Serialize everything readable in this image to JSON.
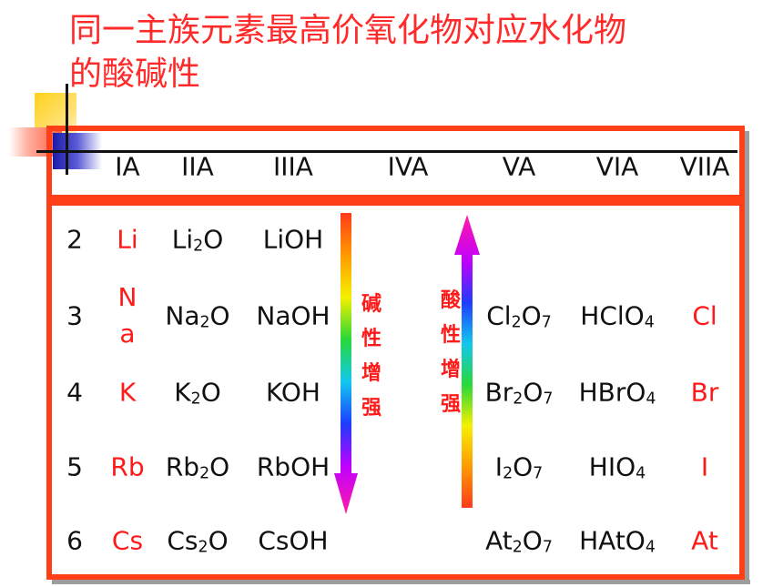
{
  "title": {
    "line1": "同一主族元素最高价氧化物对应水化物",
    "line2": "的酸碱性"
  },
  "header": [
    "IA",
    "IIA",
    "IIIA",
    "IVA",
    "VA",
    "VIA",
    "VIIA"
  ],
  "rows": [
    {
      "period": "2",
      "element": "Li",
      "oxide": [
        [
          "Li",
          "2"
        ],
        [
          "O",
          ""
        ]
      ],
      "hydroxide": "LiOH",
      "acid_oxide": [],
      "oxyacid": [],
      "halogen": ""
    },
    {
      "period": "3",
      "element": "Na",
      "oxide": [
        [
          "Na",
          "2"
        ],
        [
          "O",
          ""
        ]
      ],
      "hydroxide": "NaOH",
      "acid_oxide": [
        [
          "Cl",
          "2"
        ],
        [
          "O",
          "7"
        ]
      ],
      "oxyacid": [
        [
          "HClO",
          "4"
        ]
      ],
      "halogen": "Cl"
    },
    {
      "period": "4",
      "element": "K",
      "oxide": [
        [
          "K",
          "2"
        ],
        [
          "O",
          ""
        ]
      ],
      "hydroxide": "KOH",
      "acid_oxide": [
        [
          "Br",
          "2"
        ],
        [
          "O",
          "7"
        ]
      ],
      "oxyacid": [
        [
          "HBrO",
          "4"
        ]
      ],
      "halogen": "Br"
    },
    {
      "period": "5",
      "element": "Rb",
      "oxide": [
        [
          "Rb",
          "2"
        ],
        [
          "O",
          ""
        ]
      ],
      "hydroxide": "RbOH",
      "acid_oxide": [
        [
          "I",
          "2"
        ],
        [
          "O",
          "7"
        ]
      ],
      "oxyacid": [
        [
          "HIO",
          "4"
        ]
      ],
      "halogen": "I"
    },
    {
      "period": "6",
      "element": "Cs",
      "oxide": [
        [
          "Cs",
          "2"
        ],
        [
          "O",
          ""
        ]
      ],
      "hydroxide": "CsOH",
      "acid_oxide": [
        [
          "At",
          "2"
        ],
        [
          "O",
          "7"
        ]
      ],
      "oxyacid": [
        [
          "HAtO",
          "4"
        ]
      ],
      "halogen": "At"
    }
  ],
  "na_split": [
    "N",
    "a"
  ],
  "base_label": [
    "碱",
    "性",
    "增",
    "强"
  ],
  "acid_label": [
    "酸",
    "性",
    "增",
    "强"
  ],
  "colors": {
    "title": "#ff2a2a",
    "border": "#ff3f18",
    "element": "#ff1a1a"
  }
}
